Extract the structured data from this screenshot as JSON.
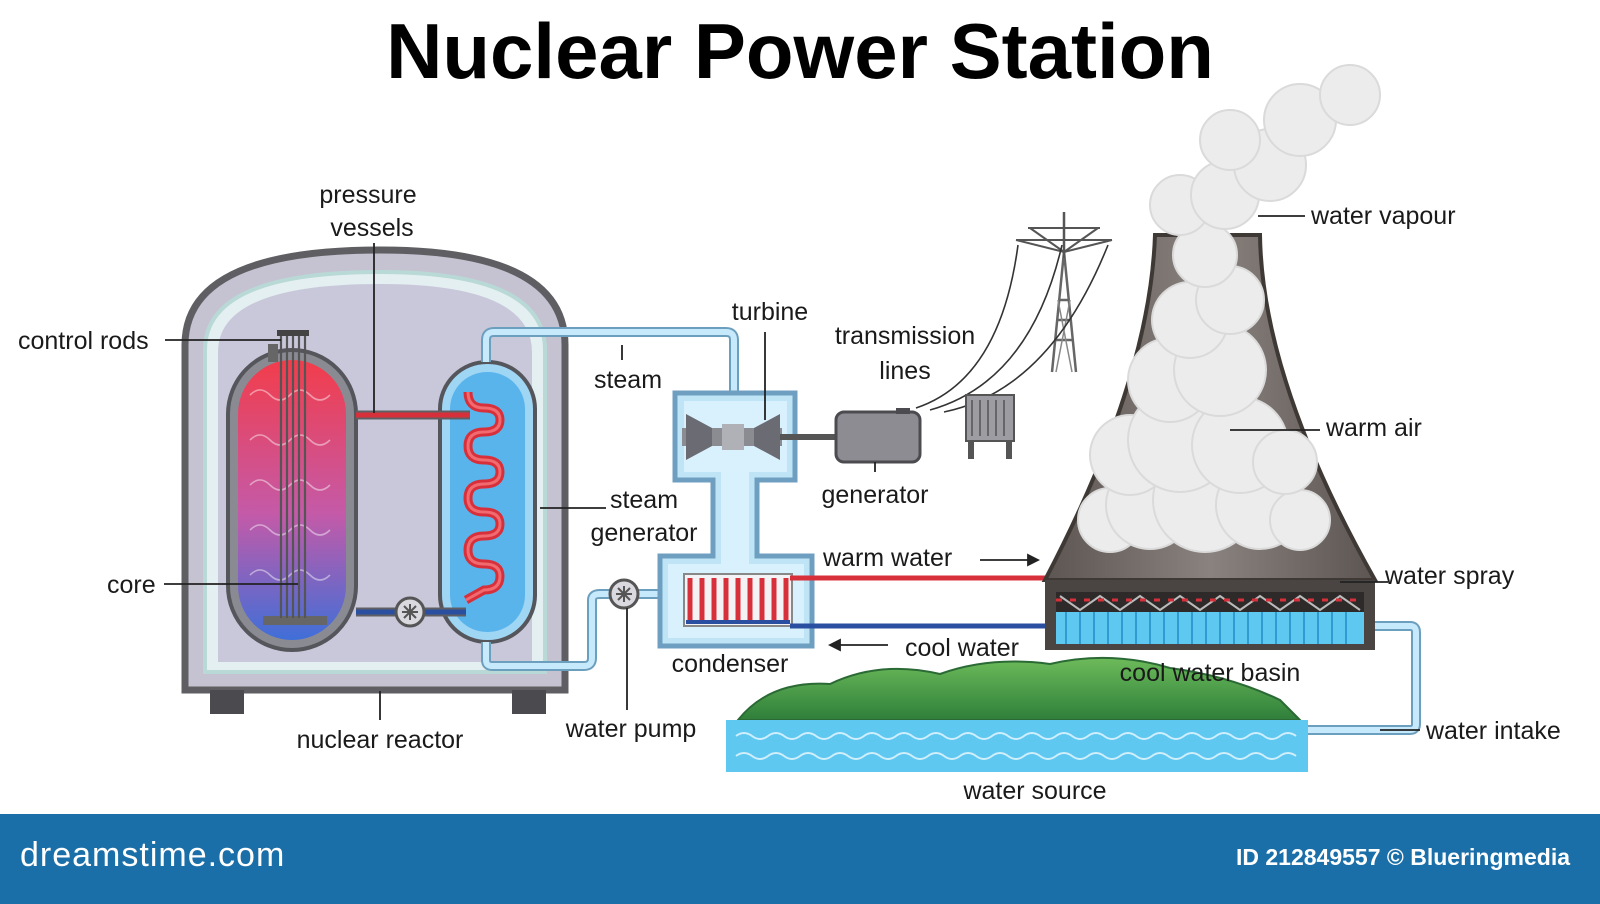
{
  "title": "Nuclear Power Station",
  "labels": {
    "pressure_vessels": [
      "pressure",
      "vessels"
    ],
    "control_rods": "control rods",
    "core": "core",
    "nuclear_reactor": "nuclear reactor",
    "steam": "steam",
    "steam_generator": [
      "steam",
      "generator"
    ],
    "turbine": "turbine",
    "transmission_lines": [
      "transmission",
      "lines"
    ],
    "generator": "generator",
    "condenser": "condenser",
    "water_pump": "water pump",
    "warm_water": "warm water",
    "cool_water": "cool water",
    "water_vapour": "water vapour",
    "warm_air": "warm air",
    "water_spray": "water spray",
    "cool_water_basin": "cool water basin",
    "water_intake": "water intake",
    "water_source": "water source"
  },
  "footer": {
    "brand": "dreamstime.com",
    "credit": "ID 212849557 © Blueringmedia"
  },
  "colors": {
    "hot_pipe": "#d8303a",
    "cool_pipe": "#2b4fa0",
    "steam_pipe": "#8ecfee",
    "water": "#5ec8f0",
    "footer": "#1b6fa8"
  }
}
